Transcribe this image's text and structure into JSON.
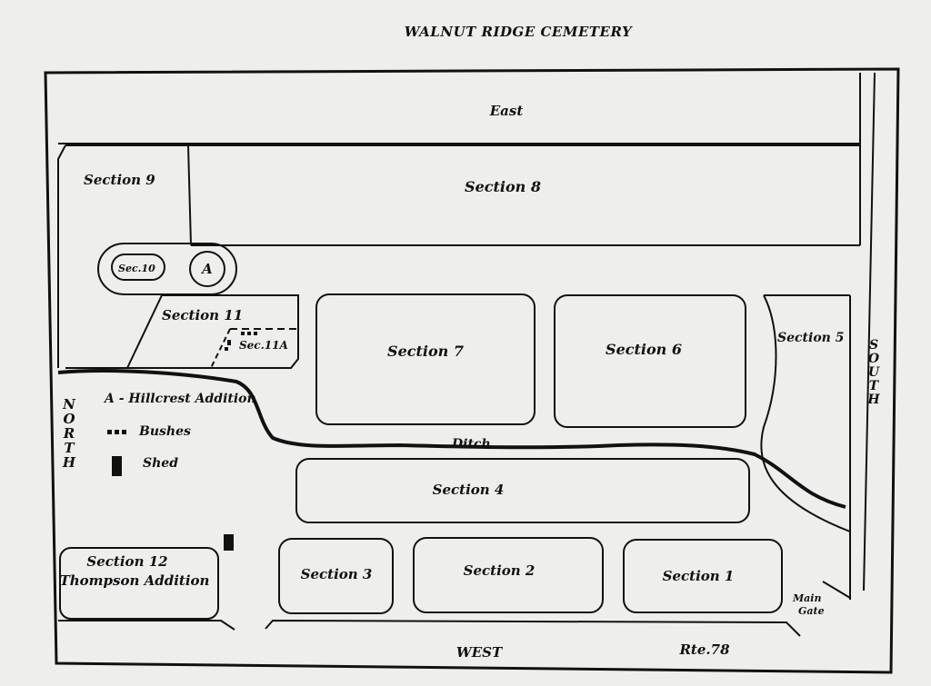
{
  "map": {
    "title": "WALNUT RIDGE CEMETERY",
    "directions": {
      "east": "East",
      "west": "WEST",
      "north": "NORTH",
      "south": "SOUTH"
    },
    "sections": {
      "s1": "Section 1",
      "s2": "Section 2",
      "s3": "Section 3",
      "s4": "Section 4",
      "s5": "Section 5",
      "s6": "Section 6",
      "s7": "Section 7",
      "s8": "Section 8",
      "s9": "Section 9",
      "s10": "Sec.10",
      "sA": "A",
      "s11": "Section 11",
      "s11a": "Sec.11A",
      "s12": "Section 12",
      "s12b": "Thompson Addition"
    },
    "legend": {
      "hillcrest": "A - Hillcrest Addition",
      "bushes": "Bushes",
      "shed": "Shed"
    },
    "features": {
      "ditch": "Ditch",
      "gate_line1": "Main",
      "gate_line2": "Gate",
      "road": "Rte.78"
    },
    "colors": {
      "paper": "#eeeeec",
      "ink": "#111111"
    }
  }
}
